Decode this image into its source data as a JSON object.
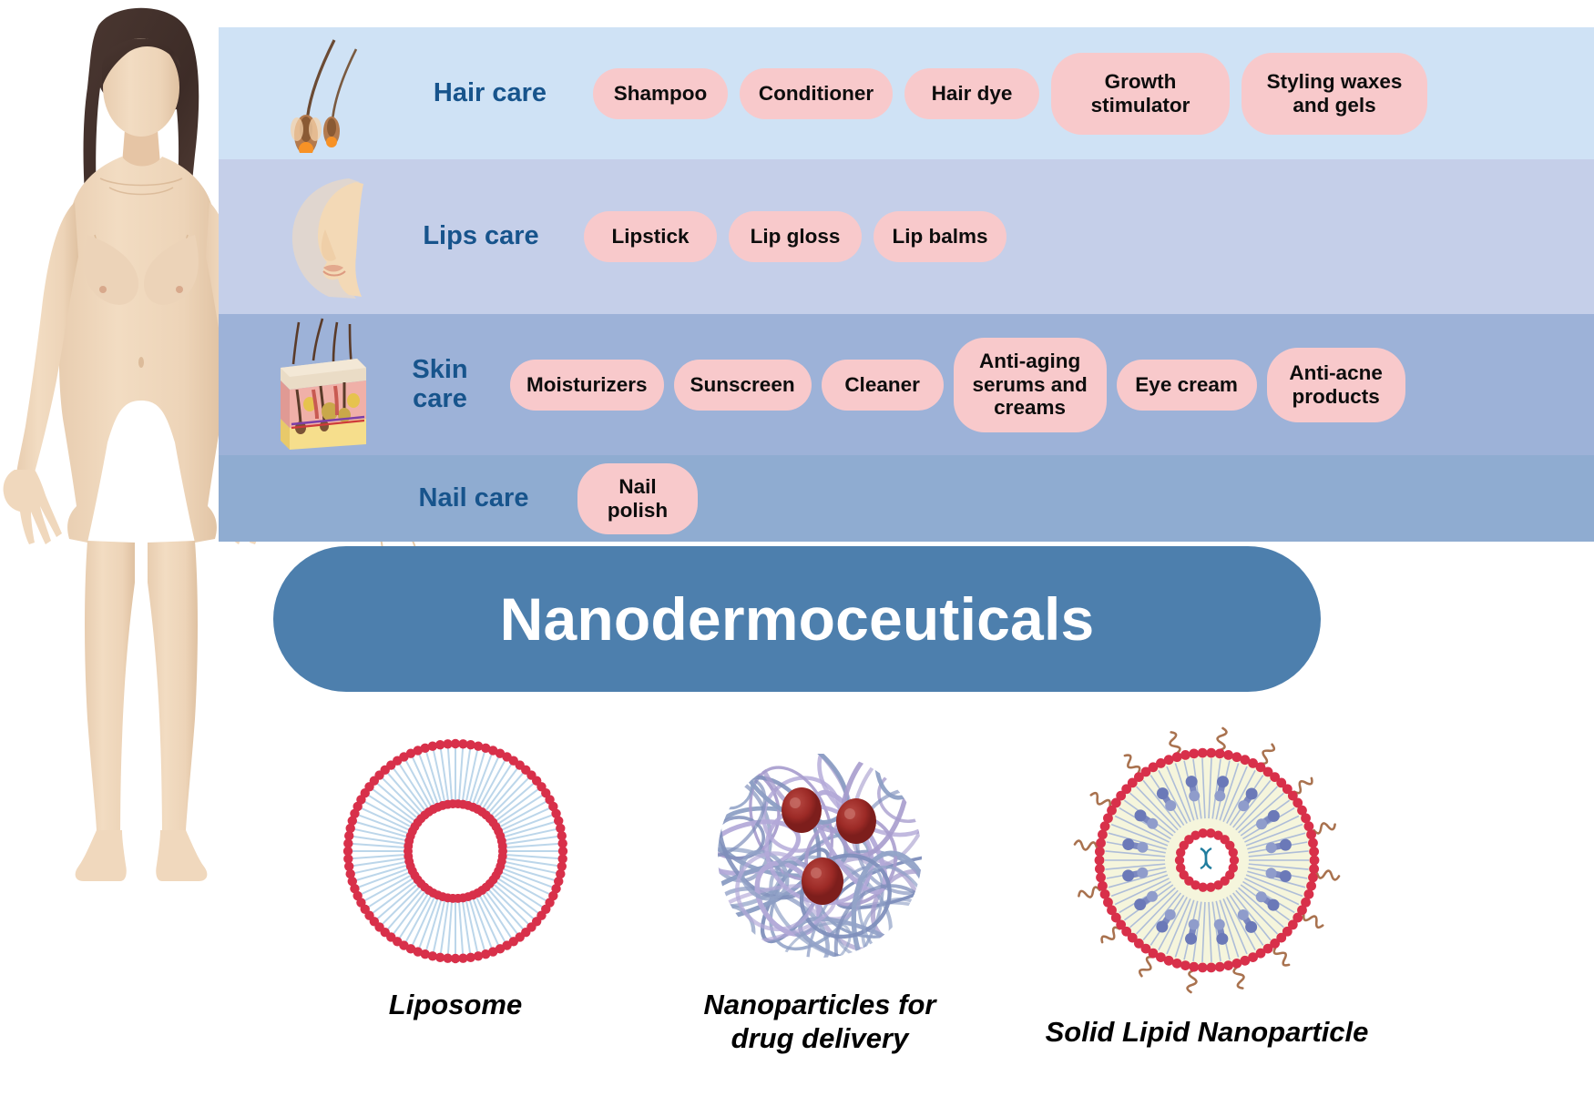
{
  "rows": [
    {
      "id": "hair",
      "label": "Hair care",
      "icon": "hair-follicle-icon",
      "band_color": "#cfe2f5",
      "items": [
        "Shampoo",
        "Conditioner",
        "Hair dye",
        "Growth\nstimulator",
        "Styling waxes\nand gels"
      ]
    },
    {
      "id": "lips",
      "label": "Lips care",
      "icon": "face-profile-icon",
      "band_color": "#c5cfe9",
      "items": [
        "Lipstick",
        "Lip gloss",
        "Lip balms"
      ]
    },
    {
      "id": "skin",
      "label": "Skin\ncare",
      "icon": "skin-cross-section-icon",
      "band_color": "#9db2d8",
      "items": [
        "Moisturizers",
        "Sunscreen",
        "Cleaner",
        "Anti-aging\nserums and\ncreams",
        "Eye cream",
        "Anti-acne\nproducts"
      ]
    },
    {
      "id": "nail",
      "label": "Nail care",
      "icon": "hand-nail-icon",
      "band_color": "#8facd1",
      "items": [
        "Nail\npolish"
      ]
    }
  ],
  "banner": {
    "title": "Nanodermoceuticals",
    "color": "#4d7fad"
  },
  "nanoparticles": [
    {
      "id": "liposome",
      "caption": "Liposome",
      "icon": "liposome-icon"
    },
    {
      "id": "polymeric",
      "caption": "Nanoparticles for\ndrug delivery",
      "icon": "polymeric-nanoparticle-icon"
    },
    {
      "id": "sln",
      "caption": "Solid Lipid Nanoparticle",
      "icon": "solid-lipid-nanoparticle-icon"
    }
  ],
  "figure": {
    "body_illustration": "female-body-illustration"
  },
  "colors": {
    "label_blue": "#17548c",
    "chip_pink": "#f8c9cb",
    "banner_blue": "#4d7fad",
    "lipid_head_red": "#d8304a",
    "drug_red": "#9e2a２a",
    "polymer_purple": "#a79ccd"
  }
}
